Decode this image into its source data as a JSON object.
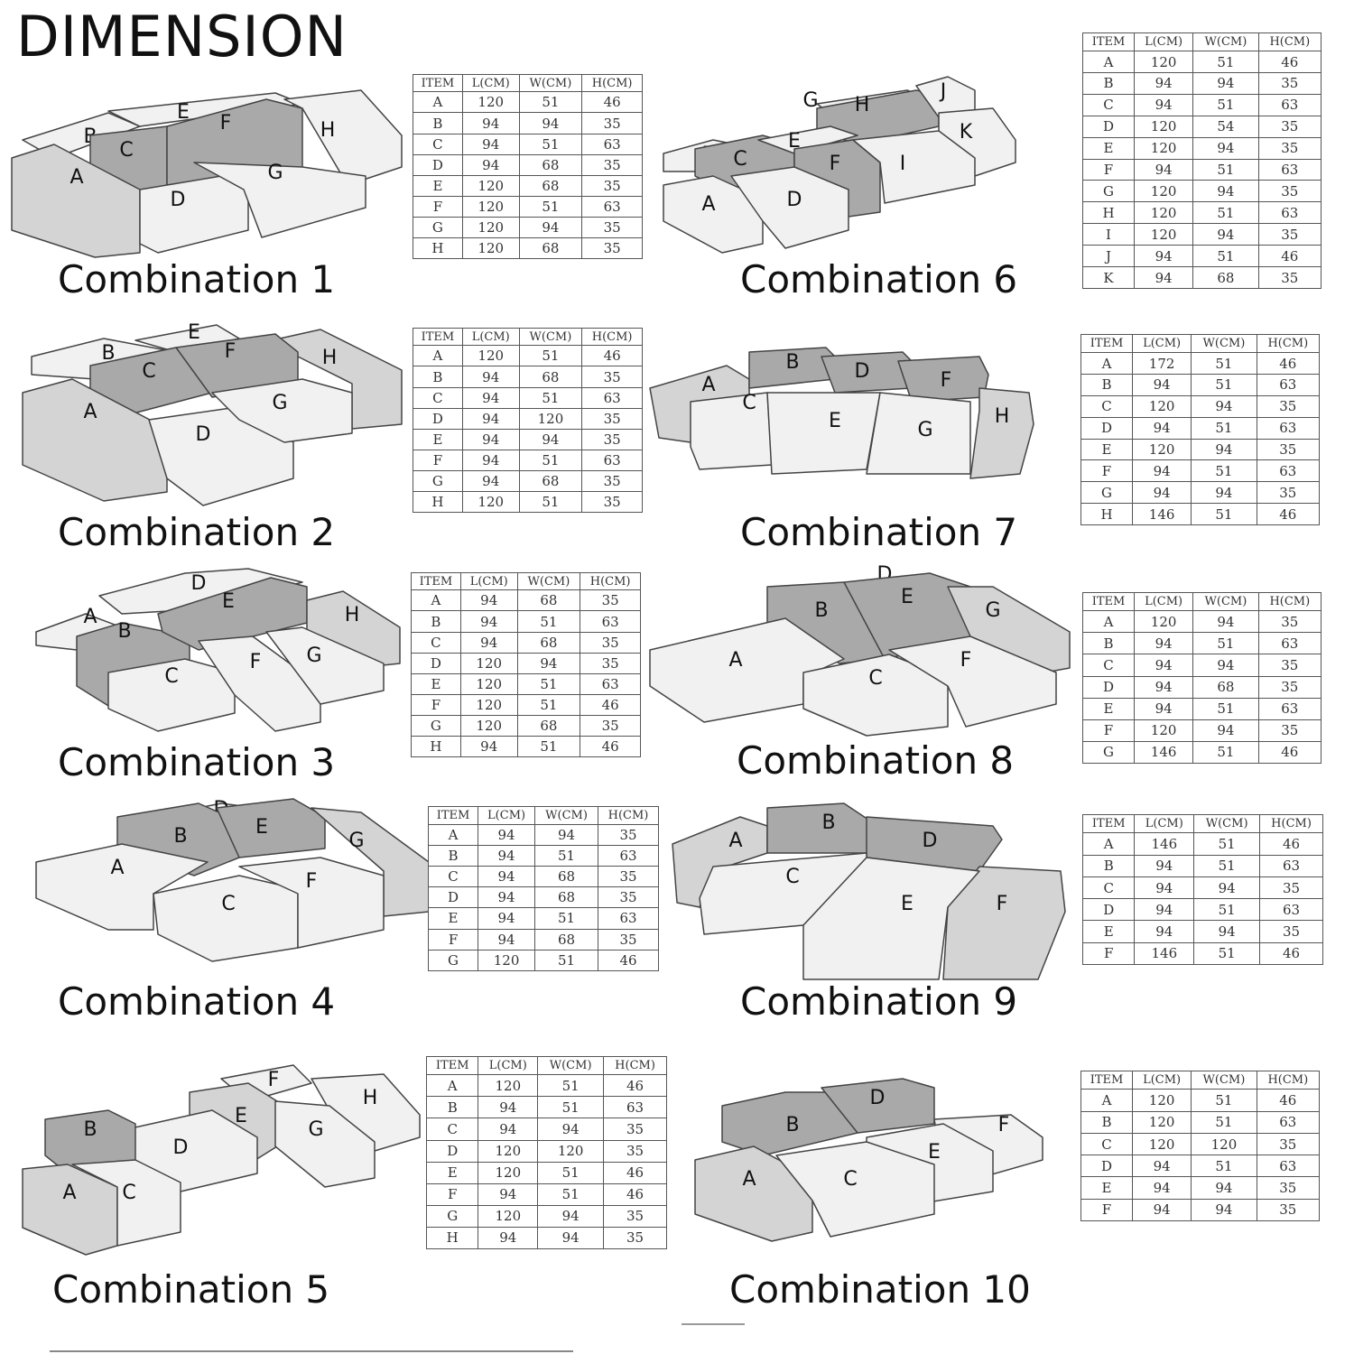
{
  "title": "DIMENSION",
  "table_headers": [
    "ITEM",
    "L(CM)",
    "W(CM)",
    "H(CM)"
  ],
  "colors": {
    "dark_piece": "#a9a9a9",
    "mid_piece": "#d4d4d4",
    "light_piece": "#f1f1f1",
    "outline": "#444444"
  },
  "combinations": [
    {
      "label": "Combination 1",
      "rows": [
        [
          "A",
          "120",
          "51",
          "46"
        ],
        [
          "B",
          "94",
          "94",
          "35"
        ],
        [
          "C",
          "94",
          "51",
          "63"
        ],
        [
          "D",
          "94",
          "68",
          "35"
        ],
        [
          "E",
          "120",
          "68",
          "35"
        ],
        [
          "F",
          "120",
          "51",
          "63"
        ],
        [
          "G",
          "120",
          "94",
          "35"
        ],
        [
          "H",
          "120",
          "68",
          "35"
        ]
      ]
    },
    {
      "label": "Combination 2",
      "rows": [
        [
          "A",
          "120",
          "51",
          "46"
        ],
        [
          "B",
          "94",
          "68",
          "35"
        ],
        [
          "C",
          "94",
          "51",
          "63"
        ],
        [
          "D",
          "94",
          "120",
          "35"
        ],
        [
          "E",
          "94",
          "94",
          "35"
        ],
        [
          "F",
          "94",
          "51",
          "63"
        ],
        [
          "G",
          "94",
          "68",
          "35"
        ],
        [
          "H",
          "120",
          "51",
          "35"
        ]
      ]
    },
    {
      "label": "Combination 3",
      "rows": [
        [
          "A",
          "94",
          "68",
          "35"
        ],
        [
          "B",
          "94",
          "51",
          "63"
        ],
        [
          "C",
          "94",
          "68",
          "35"
        ],
        [
          "D",
          "120",
          "94",
          "35"
        ],
        [
          "E",
          "120",
          "51",
          "63"
        ],
        [
          "F",
          "120",
          "51",
          "46"
        ],
        [
          "G",
          "120",
          "68",
          "35"
        ],
        [
          "H",
          "94",
          "51",
          "46"
        ]
      ]
    },
    {
      "label": "Combination 4",
      "rows": [
        [
          "A",
          "94",
          "94",
          "35"
        ],
        [
          "B",
          "94",
          "51",
          "63"
        ],
        [
          "C",
          "94",
          "68",
          "35"
        ],
        [
          "D",
          "94",
          "68",
          "35"
        ],
        [
          "E",
          "94",
          "51",
          "63"
        ],
        [
          "F",
          "94",
          "68",
          "35"
        ],
        [
          "G",
          "120",
          "51",
          "46"
        ]
      ]
    },
    {
      "label": "Combination 5",
      "rows": [
        [
          "A",
          "120",
          "51",
          "46"
        ],
        [
          "B",
          "94",
          "51",
          "63"
        ],
        [
          "C",
          "94",
          "94",
          "35"
        ],
        [
          "D",
          "120",
          "120",
          "35"
        ],
        [
          "E",
          "120",
          "51",
          "46"
        ],
        [
          "F",
          "94",
          "51",
          "46"
        ],
        [
          "G",
          "120",
          "94",
          "35"
        ],
        [
          "H",
          "94",
          "94",
          "35"
        ]
      ]
    },
    {
      "label": "Combination 6",
      "rows": [
        [
          "A",
          "120",
          "51",
          "46"
        ],
        [
          "B",
          "94",
          "94",
          "35"
        ],
        [
          "C",
          "94",
          "51",
          "63"
        ],
        [
          "D",
          "120",
          "54",
          "35"
        ],
        [
          "E",
          "120",
          "94",
          "35"
        ],
        [
          "F",
          "94",
          "51",
          "63"
        ],
        [
          "G",
          "120",
          "94",
          "35"
        ],
        [
          "H",
          "120",
          "51",
          "63"
        ],
        [
          "I",
          "120",
          "94",
          "35"
        ],
        [
          "J",
          "94",
          "51",
          "46"
        ],
        [
          "K",
          "94",
          "68",
          "35"
        ]
      ]
    },
    {
      "label": "Combination 7",
      "rows": [
        [
          "A",
          "172",
          "51",
          "46"
        ],
        [
          "B",
          "94",
          "51",
          "63"
        ],
        [
          "C",
          "120",
          "94",
          "35"
        ],
        [
          "D",
          "94",
          "51",
          "63"
        ],
        [
          "E",
          "120",
          "94",
          "35"
        ],
        [
          "F",
          "94",
          "51",
          "63"
        ],
        [
          "G",
          "94",
          "94",
          "35"
        ],
        [
          "H",
          "146",
          "51",
          "46"
        ]
      ]
    },
    {
      "label": "Combination 8",
      "rows": [
        [
          "A",
          "120",
          "94",
          "35"
        ],
        [
          "B",
          "94",
          "51",
          "63"
        ],
        [
          "C",
          "94",
          "94",
          "35"
        ],
        [
          "D",
          "94",
          "68",
          "35"
        ],
        [
          "E",
          "94",
          "51",
          "63"
        ],
        [
          "F",
          "120",
          "94",
          "35"
        ],
        [
          "G",
          "146",
          "51",
          "46"
        ]
      ]
    },
    {
      "label": "Combination 9",
      "rows": [
        [
          "A",
          "146",
          "51",
          "46"
        ],
        [
          "B",
          "94",
          "51",
          "63"
        ],
        [
          "C",
          "94",
          "94",
          "35"
        ],
        [
          "D",
          "94",
          "51",
          "63"
        ],
        [
          "E",
          "94",
          "94",
          "35"
        ],
        [
          "F",
          "146",
          "51",
          "46"
        ]
      ]
    },
    {
      "label": "Combination 10",
      "rows": [
        [
          "A",
          "120",
          "51",
          "46"
        ],
        [
          "B",
          "120",
          "51",
          "63"
        ],
        [
          "C",
          "120",
          "120",
          "35"
        ],
        [
          "D",
          "94",
          "51",
          "63"
        ],
        [
          "E",
          "94",
          "94",
          "35"
        ],
        [
          "F",
          "94",
          "94",
          "35"
        ]
      ]
    }
  ]
}
